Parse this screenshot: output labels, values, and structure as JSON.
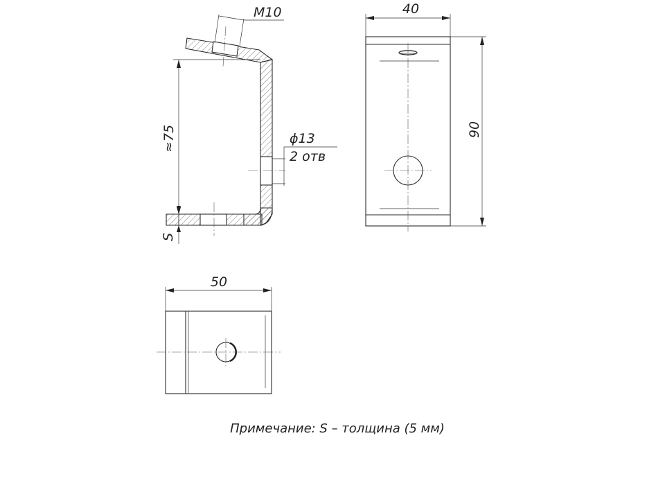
{
  "dimensions": {
    "thread": "M10",
    "hole_diameter": "ϕ13",
    "hole_count": "2 отв",
    "height": "≈75",
    "thickness": "S",
    "front_width": "40",
    "front_height": "90",
    "plan_width": "50"
  },
  "note": "Примечание: S – толщина (5 мм)"
}
